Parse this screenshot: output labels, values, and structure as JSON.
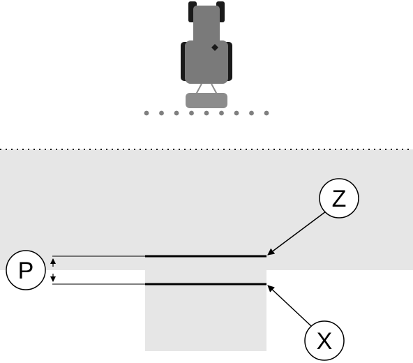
{
  "colors": {
    "field_fill": "#e6e6e6",
    "line": "#000000",
    "tractor_body": "#7a7a7a",
    "tractor_tire": "#1a1a1a",
    "implement": "#8c8c8c",
    "nozzle_dot": "#7f7f7f",
    "background": "#ffffff"
  },
  "callouts": {
    "z": {
      "label": "Z"
    },
    "x": {
      "label": "X"
    },
    "p": {
      "label": "P"
    }
  },
  "boom": {
    "nozzle_count": 9
  }
}
